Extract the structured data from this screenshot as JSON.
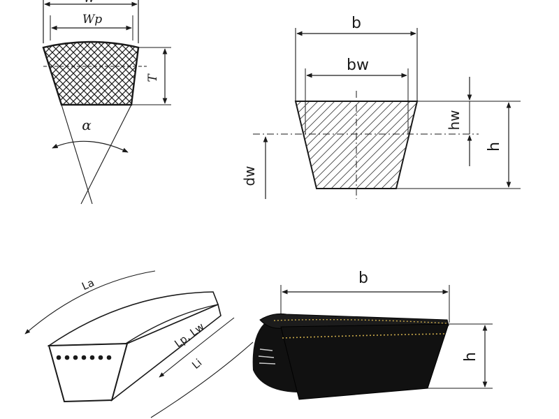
{
  "diagrams": {
    "top_left": {
      "top_width_label": "W",
      "pitch_width_label": "Wp",
      "height_label": "T",
      "angle_label": "α"
    },
    "top_right": {
      "width_label": "b",
      "pitch_width_label": "bw",
      "pitch_height_label": "hw",
      "height_label": "h",
      "pitch_diameter_label": "dw"
    },
    "bottom_left": {
      "outer_length_label": "La",
      "pitch_length_label": "Lp, Lw",
      "inner_length_label": "Li"
    },
    "bottom_right": {
      "width_label": "b",
      "height_label": "h"
    }
  },
  "colors": {
    "ink": "#1a1a1a",
    "belt": "#111111",
    "cord": "#c9a94a"
  }
}
